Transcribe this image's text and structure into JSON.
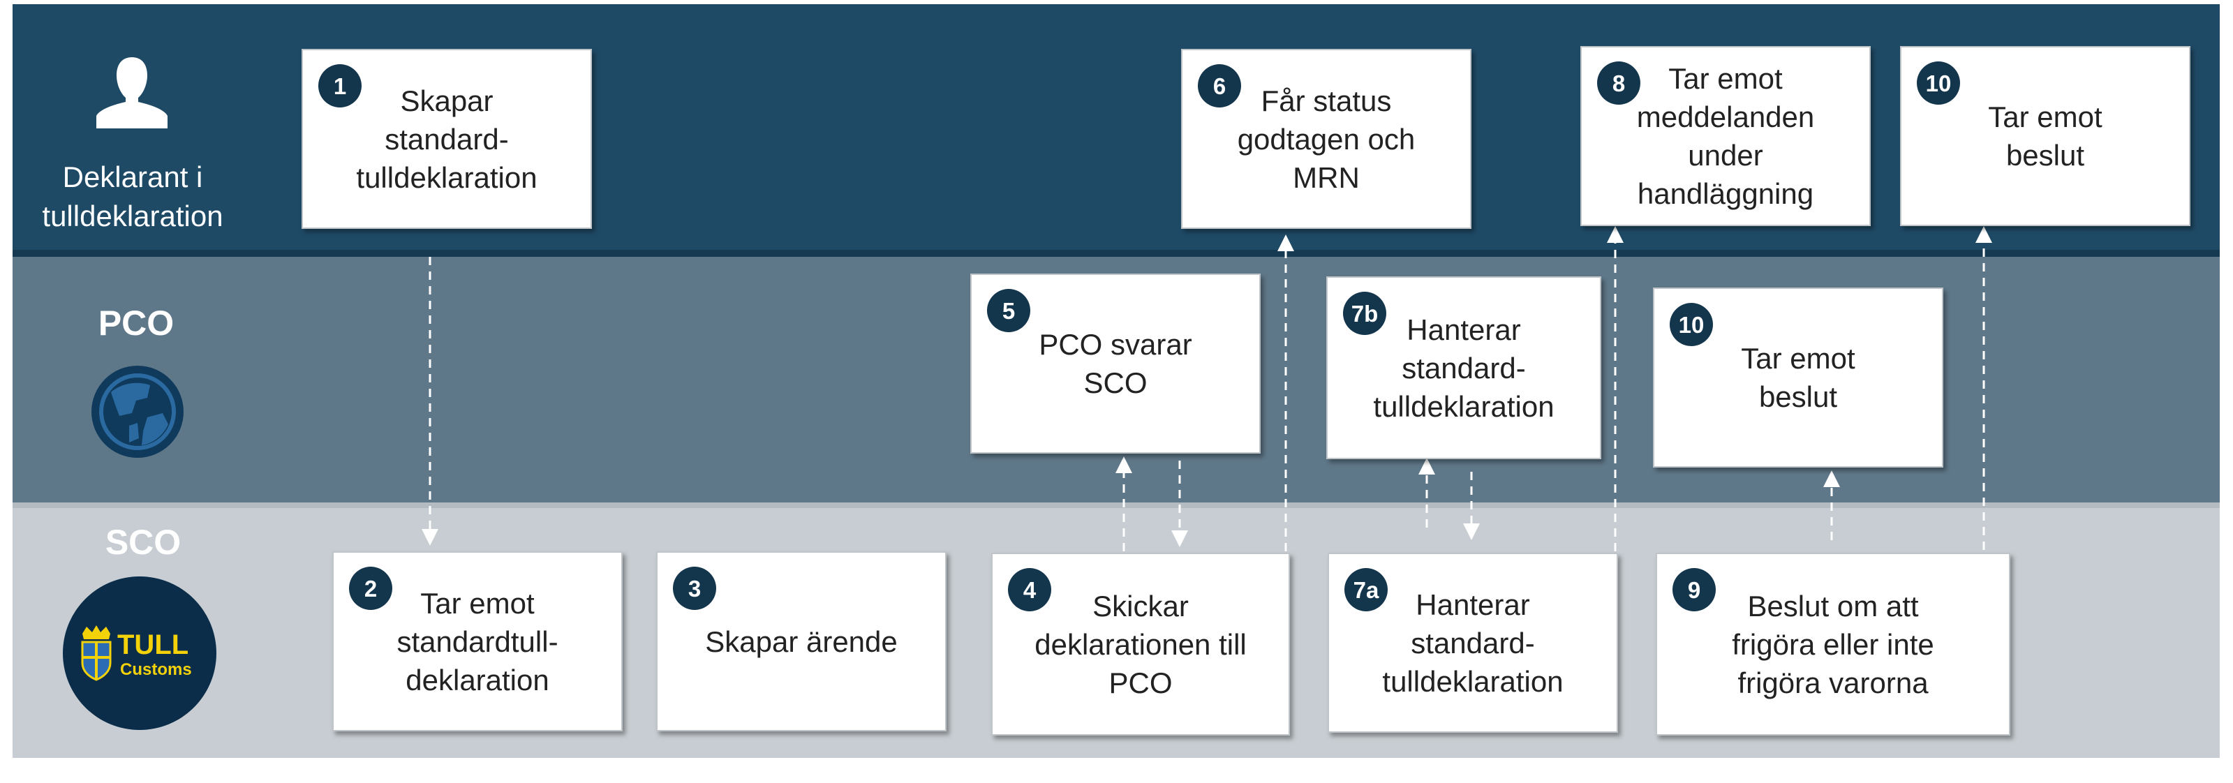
{
  "lanes": {
    "declarant": {
      "label": "Deklarant i\ntulldeklaration"
    },
    "pco": {
      "label": "PCO"
    },
    "sco": {
      "label": "SCO",
      "logo_text": "TULL",
      "logo_sub": "Customs"
    }
  },
  "steps": {
    "s1": {
      "num": "1",
      "text": "Skapar\nstandard-\ntulldeklaration"
    },
    "s6": {
      "num": "6",
      "text": "Får status\ngodtagen och\nMRN"
    },
    "s8": {
      "num": "8",
      "text": "Tar emot\nmeddelanden\nunder\nhandläggning"
    },
    "s10a": {
      "num": "10",
      "text": "Tar emot\nbeslut"
    },
    "s5": {
      "num": "5",
      "text": "PCO svarar\nSCO"
    },
    "s7b": {
      "num": "7b",
      "text": "Hanterar\nstandard-\ntulldeklaration"
    },
    "s10b": {
      "num": "10",
      "text": "Tar emot\nbeslut"
    },
    "s2": {
      "num": "2",
      "text": "Tar emot\nstandardtull-\ndeklaration"
    },
    "s3": {
      "num": "3",
      "text": "Skapar ärende"
    },
    "s4": {
      "num": "4",
      "text": "Skickar\ndeklarationen till\nPCO"
    },
    "s7a": {
      "num": "7a",
      "text": "Hanterar\nstandard-\ntulldeklaration"
    },
    "s9": {
      "num": "9",
      "text": "Beslut om att\nfrigöra eller inte\nfrigöra varorna"
    }
  },
  "colors": {
    "declarant_lane": "#1f4a66",
    "pco_lane": "#5f7889",
    "sco_lane": "#c7cdd2",
    "badge": "#14364d",
    "logo_yellow": "#f4d20a"
  },
  "icons": [
    "person-icon",
    "globe-icon",
    "tull-customs-logo",
    "dashed-arrow"
  ]
}
